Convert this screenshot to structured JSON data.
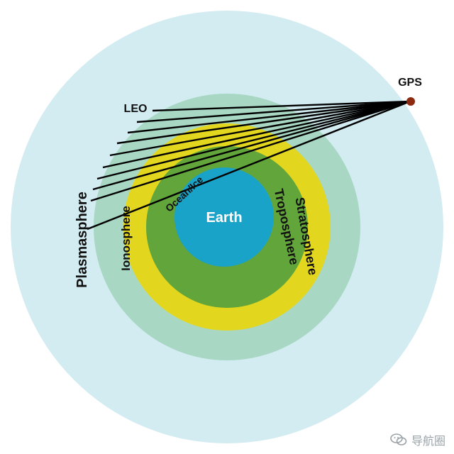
{
  "diagram": {
    "layers": [
      {
        "key": "plasmasphere",
        "label": "Plasmasphere",
        "color": "#d3ecf1"
      },
      {
        "key": "ionosphere",
        "label": "Ionosphere",
        "color": "#a8d8c4"
      },
      {
        "key": "stratosphere",
        "label": "Stratosphere",
        "color": "#e3d61e"
      },
      {
        "key": "troposphere",
        "label": "Troposphere",
        "color": "#62a53a"
      },
      {
        "key": "ocean_ice",
        "label": "Ocean/Ice",
        "color": "#1aa3c9"
      },
      {
        "key": "earth",
        "label": "Earth",
        "color": "#1aa3c9"
      }
    ],
    "gps_label": "GPS",
    "leo_label": "LEO",
    "gps_color": "#8b2a10",
    "label_color": "#111111",
    "earth_label_color": "#ffffff"
  },
  "watermark": {
    "text": "导航圈"
  }
}
